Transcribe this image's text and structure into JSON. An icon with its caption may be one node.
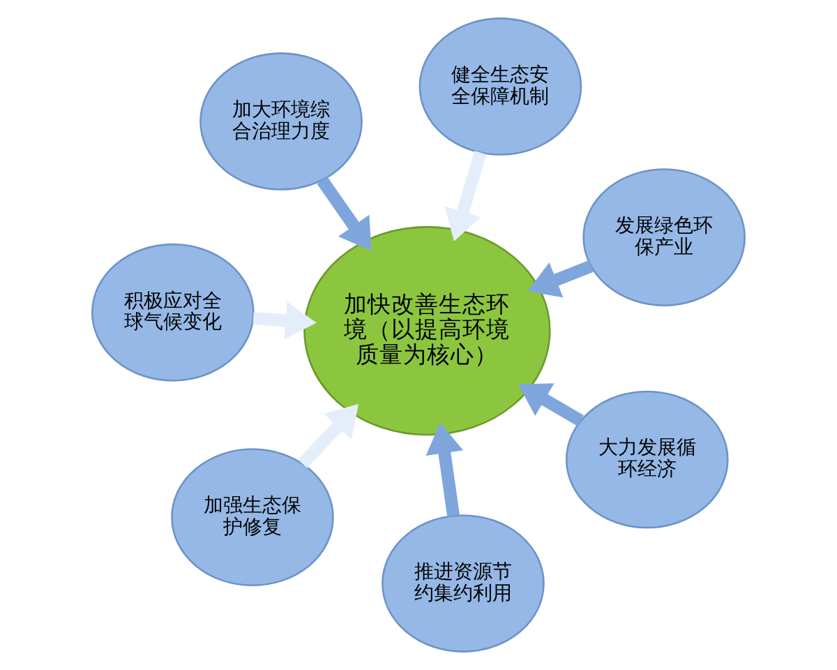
{
  "diagram": {
    "nodes": [
      {
        "text": [
          "加大环境综合治理力度"
        ]
      },
      {
        "text": [
          "发展绿色环保产业"
        ]
      },
      {
        "text": [
          "推进资源节约集约利用"
        ]
      },
      {
        "text": [
          "加快改善生态环境（以提高环境质量为核心）"
        ]
      },
      {
        "text": [
          "健全生态安全保障机制"
        ]
      },
      {
        "text": [
          "积极应对全球气候变化"
        ]
      },
      {
        "text": [
          "加强生态保护修复"
        ]
      },
      {
        "text": [
          "大力发展循环经济"
        ]
      }
    ],
    "edges": [
      {
        "from": 0,
        "to": 3,
        "arrow": "to"
      },
      {
        "from": 1,
        "to": 3,
        "arrow": "to"
      },
      {
        "from": 2,
        "to": 3,
        "arrow": "to"
      },
      {
        "from": 4,
        "to": 3,
        "arrow": "to",
        "color": "#e4eefa"
      },
      {
        "from": 5,
        "to": 3,
        "arrow": "to",
        "color": "#e4eefa"
      },
      {
        "from": 6,
        "to": 3,
        "arrow": "to",
        "color": "#e4eefa"
      },
      {
        "from": 7,
        "to": 3,
        "arrow": "to"
      }
    ]
  }
}
